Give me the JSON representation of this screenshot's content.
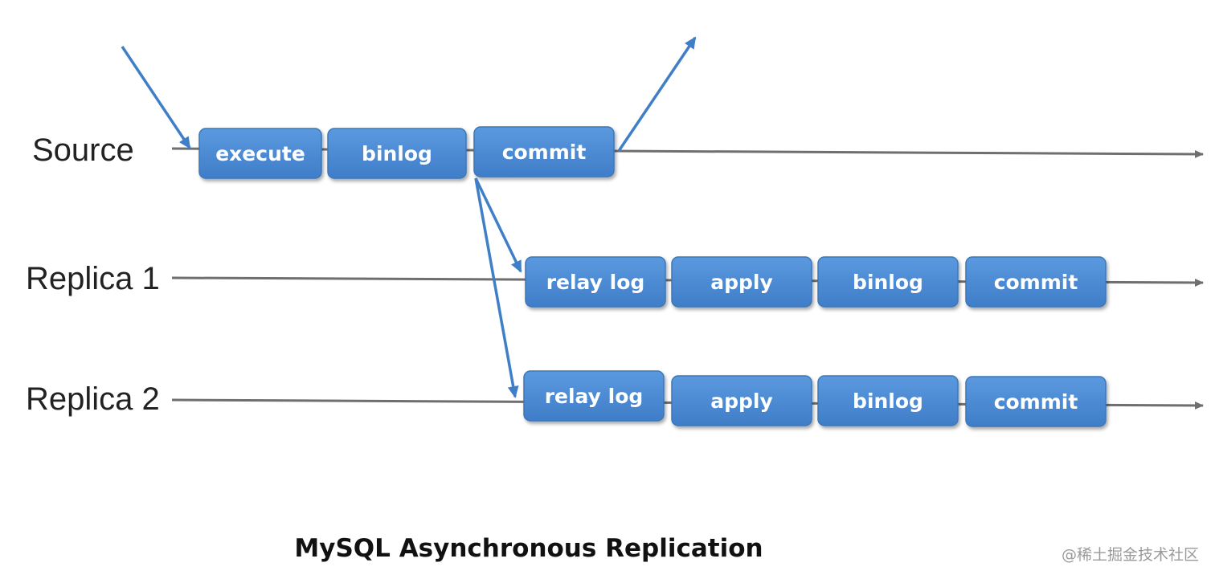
{
  "lanes": {
    "source": {
      "label": "Source",
      "steps": [
        "execute",
        "binlog",
        "commit"
      ]
    },
    "replica1": {
      "label": "Replica 1",
      "steps": [
        "relay log",
        "apply",
        "binlog",
        "commit"
      ]
    },
    "replica2": {
      "label": "Replica 2",
      "steps": [
        "relay log",
        "apply",
        "binlog",
        "commit"
      ]
    }
  },
  "caption": "MySQL Asynchronous Replication",
  "watermark": "@稀土掘金技术社区",
  "colors": {
    "box": "#4a8ad6",
    "arrow": "#3f7fc7",
    "line": "#6f6f6f"
  }
}
